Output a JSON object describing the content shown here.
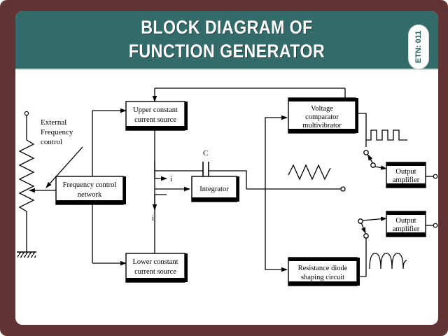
{
  "header": {
    "title_line1": "BLOCK DIAGRAM OF",
    "title_line2": "FUNCTION GENERATOR",
    "badge_label": "ETN: 011",
    "bar_color": "#336b6b",
    "frame_color": "#623333",
    "title_color": "#ffffff"
  },
  "diagram": {
    "blocks": [
      {
        "id": "upper_ccs",
        "line1": "Upper constant",
        "line2": "current source"
      },
      {
        "id": "freq_net",
        "line1": "Frequency control",
        "line2": "network"
      },
      {
        "id": "lower_ccs",
        "line1": "Lower constant",
        "line2": "current source"
      },
      {
        "id": "integrator",
        "line1": "Integrator",
        "line2": ""
      },
      {
        "id": "comparator",
        "line1": "Voltage",
        "line2": "comparator",
        "line3": "multivibrator"
      },
      {
        "id": "shaping",
        "line1": "Resistance diode",
        "line2": "shaping circuit"
      },
      {
        "id": "out_amp_1",
        "line1": "Output",
        "line2": "amplifier"
      },
      {
        "id": "out_amp_2",
        "line1": "Output",
        "line2": "amplifier"
      }
    ],
    "labels": {
      "external_freq_l1": "External",
      "external_freq_l2": "Frequency",
      "external_freq_l3": "control",
      "capacitor": "C",
      "current_up": "i",
      "current_down": "i"
    },
    "waveforms": [
      {
        "id": "square-wave",
        "name": "square wave symbol"
      },
      {
        "id": "triangle-wave",
        "name": "triangle wave symbol"
      },
      {
        "id": "sine-wave",
        "name": "sine wave symbol"
      }
    ],
    "line_color": "#000000",
    "block_fill": "#ffffff"
  }
}
